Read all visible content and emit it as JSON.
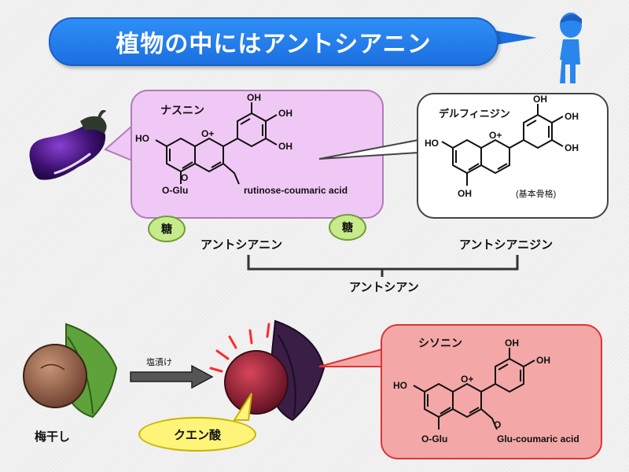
{
  "title": "植物の中にはアントシアニン",
  "nasunin": {
    "name": "ナスニン",
    "substituent_5": "O-Glu",
    "substituent_3": "rutinose-coumaric acid",
    "sugar_badge": "糖"
  },
  "delphinidin": {
    "name": "デルフィニジン",
    "note": "(基本骨格)"
  },
  "tree": {
    "left": "アントシアニン",
    "right": "アントシアニジン",
    "root": "アントシアン"
  },
  "plum": {
    "label": "梅干し",
    "process": "塩漬け",
    "acid": "クエン酸"
  },
  "shisonin": {
    "name": "シソニン",
    "substituent_5": "O-Glu",
    "substituent_3": "Glu-coumaric acid"
  },
  "atoms": {
    "oh": "OH",
    "ho": "HO",
    "oplus": "O+",
    "o": "O"
  }
}
